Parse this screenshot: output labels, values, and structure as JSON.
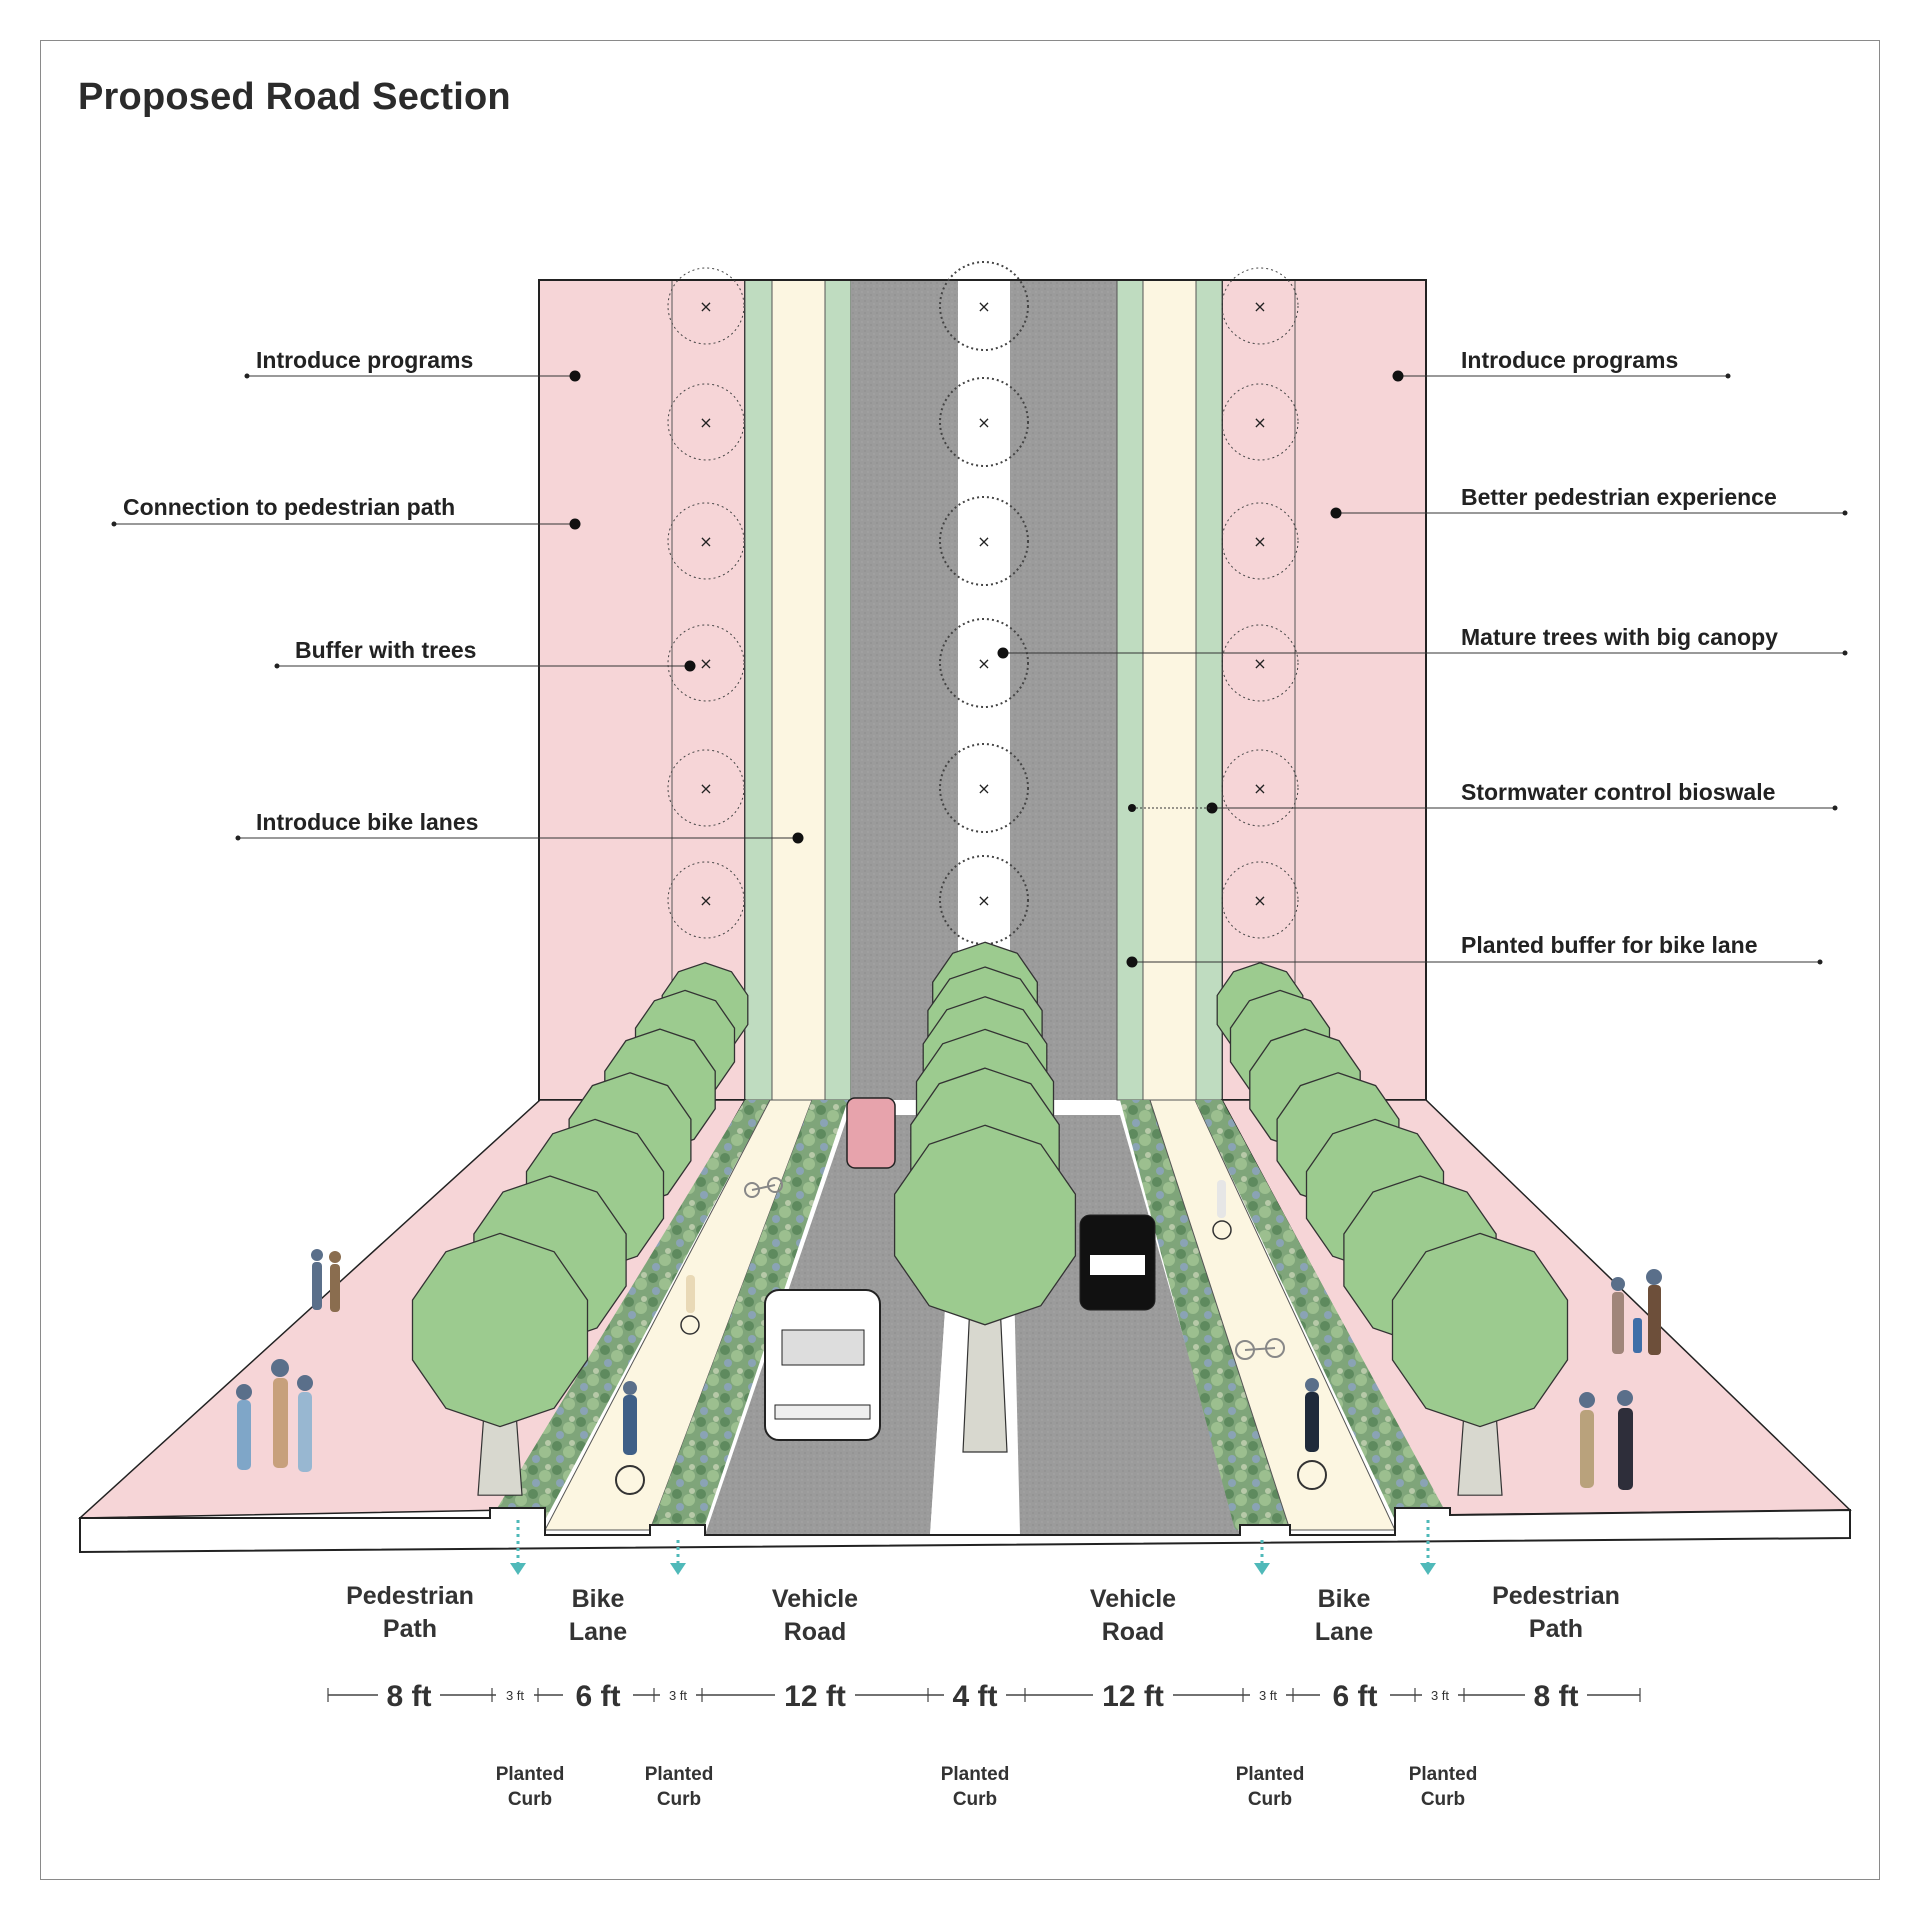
{
  "title": "Proposed Road Section",
  "callouts_left": [
    {
      "id": "l1",
      "text": "Introduce programs"
    },
    {
      "id": "l2",
      "text": "Connection to pedestrian path"
    },
    {
      "id": "l3",
      "text": "Buffer with trees"
    },
    {
      "id": "l4",
      "text": "Introduce bike lanes"
    }
  ],
  "callouts_right": [
    {
      "id": "r1",
      "text": "Introduce programs"
    },
    {
      "id": "r2",
      "text": "Better pedestrian experience"
    },
    {
      "id": "r3",
      "text": "Mature trees with big canopy"
    },
    {
      "id": "r4",
      "text": "Stormwater control bioswale"
    },
    {
      "id": "r5",
      "text": "Planted buffer for bike lane"
    }
  ],
  "zones": [
    {
      "line1": "Pedestrian",
      "line2": "Path"
    },
    {
      "line1": "Bike",
      "line2": "Lane"
    },
    {
      "line1": "Vehicle",
      "line2": "Road"
    },
    {
      "line1": "Vehicle",
      "line2": "Road"
    },
    {
      "line1": "Bike",
      "line2": "Lane"
    },
    {
      "line1": "Pedestrian",
      "line2": "Path"
    }
  ],
  "dimensions": [
    "8 ft",
    "3 ft",
    "6 ft",
    "3 ft",
    "12 ft",
    "4 ft",
    "12 ft",
    "3 ft",
    "6 ft",
    "3 ft",
    "8 ft"
  ],
  "curb_labels": [
    {
      "line1": "Planted",
      "line2": "Curb"
    },
    {
      "line1": "Planted",
      "line2": "Curb"
    },
    {
      "line1": "Planted",
      "line2": "Curb"
    },
    {
      "line1": "Planted",
      "line2": "Curb"
    },
    {
      "line1": "Planted",
      "line2": "Curb"
    }
  ],
  "colors": {
    "pedestrian": "#f6d5d7",
    "bike_lane": "#fcf6e1",
    "planted": "#bfdcc0",
    "road": "#9a9a9a",
    "tree_canopy": "#9ccb8f",
    "trunk": "#d8d8cf",
    "stormwater_arrow": "#4fb9b9"
  }
}
